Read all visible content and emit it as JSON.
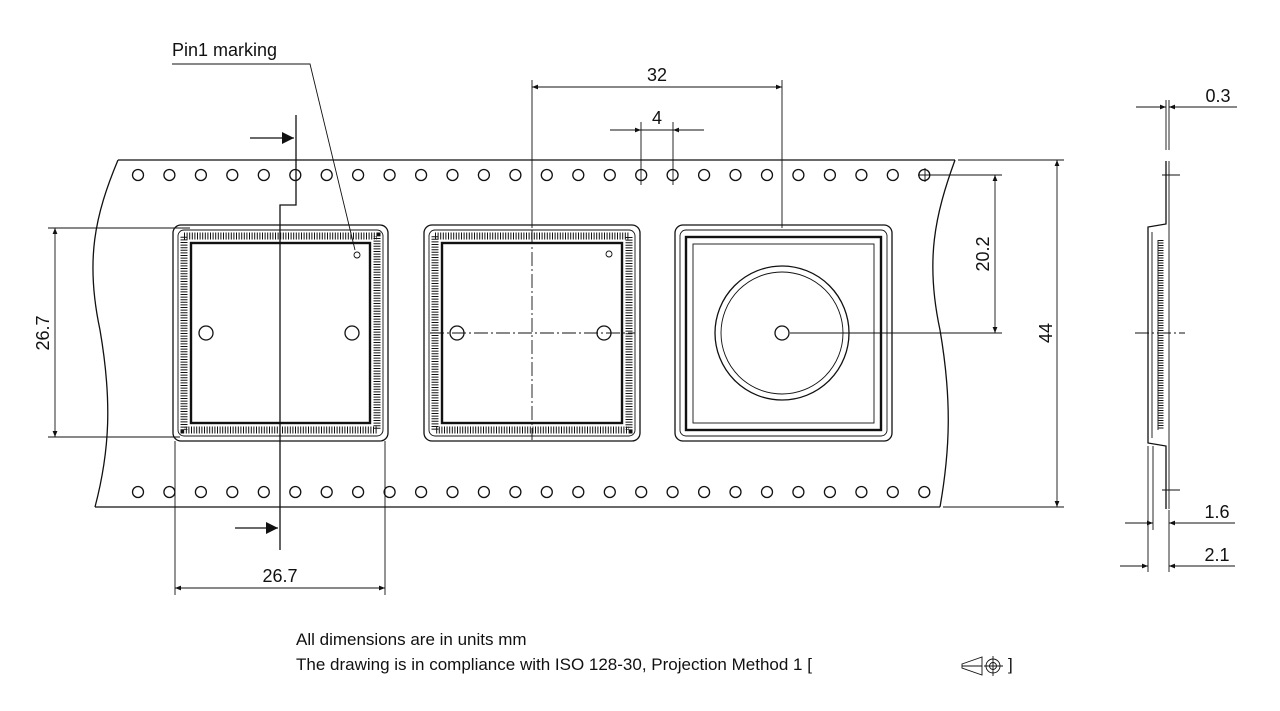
{
  "labels": {
    "pin1": "Pin1 marking",
    "dim_pitch_32": "32",
    "dim_hole_pitch_4": "4",
    "dim_pkg_height": "26.7",
    "dim_pkg_width": "26.7",
    "dim_center_20_2": "20.2",
    "dim_tape_width_44": "44",
    "dim_thickness_0_3": "0.3",
    "dim_depth_1_6": "1.6",
    "dim_depth_2_1": "2.1"
  },
  "notes": {
    "line1": "All dimensions are in units mm",
    "line2": "The drawing is in compliance with ISO 128-30, Projection Method 1 [",
    "line2_end": "]"
  },
  "icons": {
    "projection_symbol": "first-angle-projection-icon"
  },
  "colors": {
    "line": "#111111",
    "background": "#ffffff"
  }
}
